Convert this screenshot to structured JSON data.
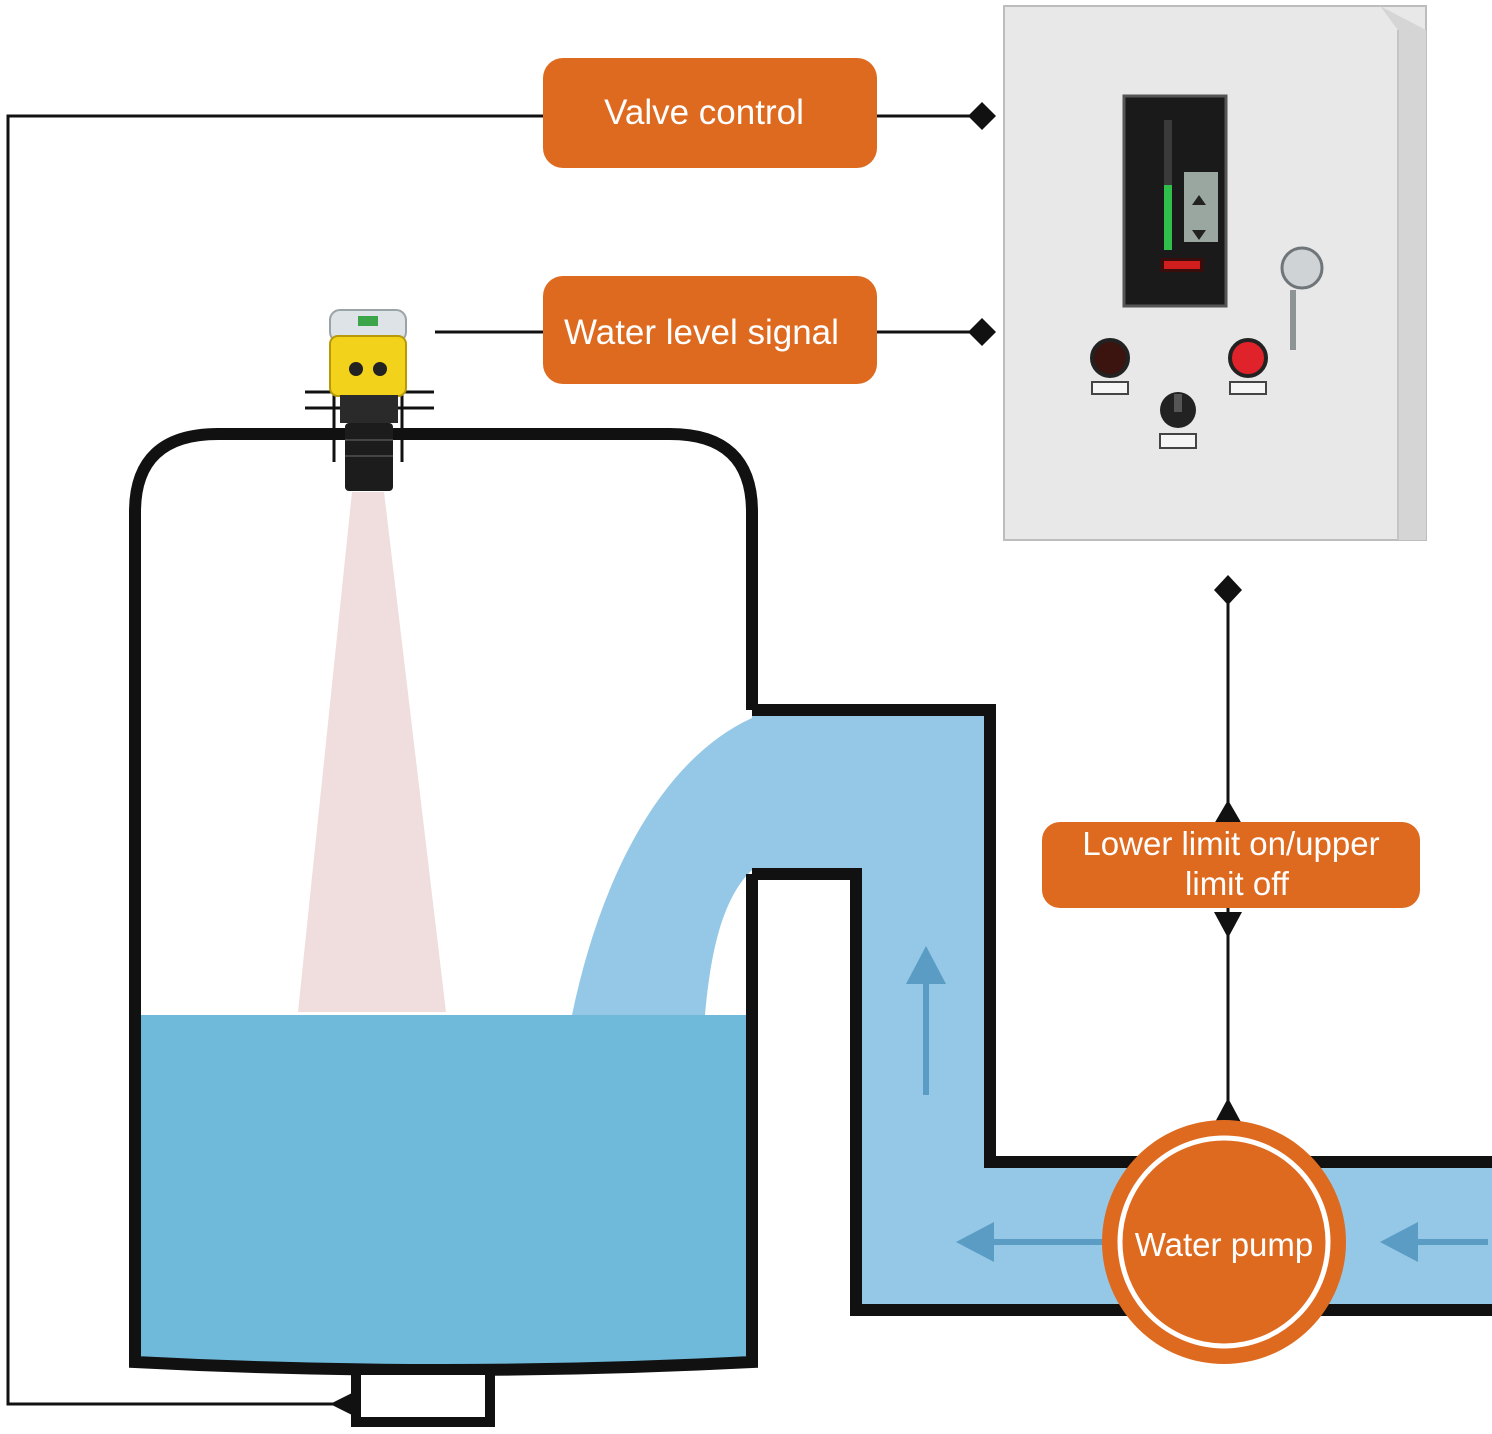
{
  "labels": {
    "valve_control": "Valve control",
    "water_level_signal": "Water level signal",
    "limit_line1": "Lower limit on/upper",
    "limit_line2": "limit off",
    "water_pump": "Water pump"
  },
  "colors": {
    "label_orange": "#de6a20",
    "water_tank": "#6fbadb",
    "water_pipe": "#94c8e6",
    "flow_arrow": "#5a9cc4",
    "outline": "#111111",
    "sensor_yellow": "#f2d21a",
    "beam": "#f0dddd",
    "cabinet": "#e8e8e8"
  },
  "icons": {
    "sensor": "ultrasonic-level-sensor-icon",
    "cabinet": "control-cabinet-icon",
    "pump": "pump-icon"
  }
}
